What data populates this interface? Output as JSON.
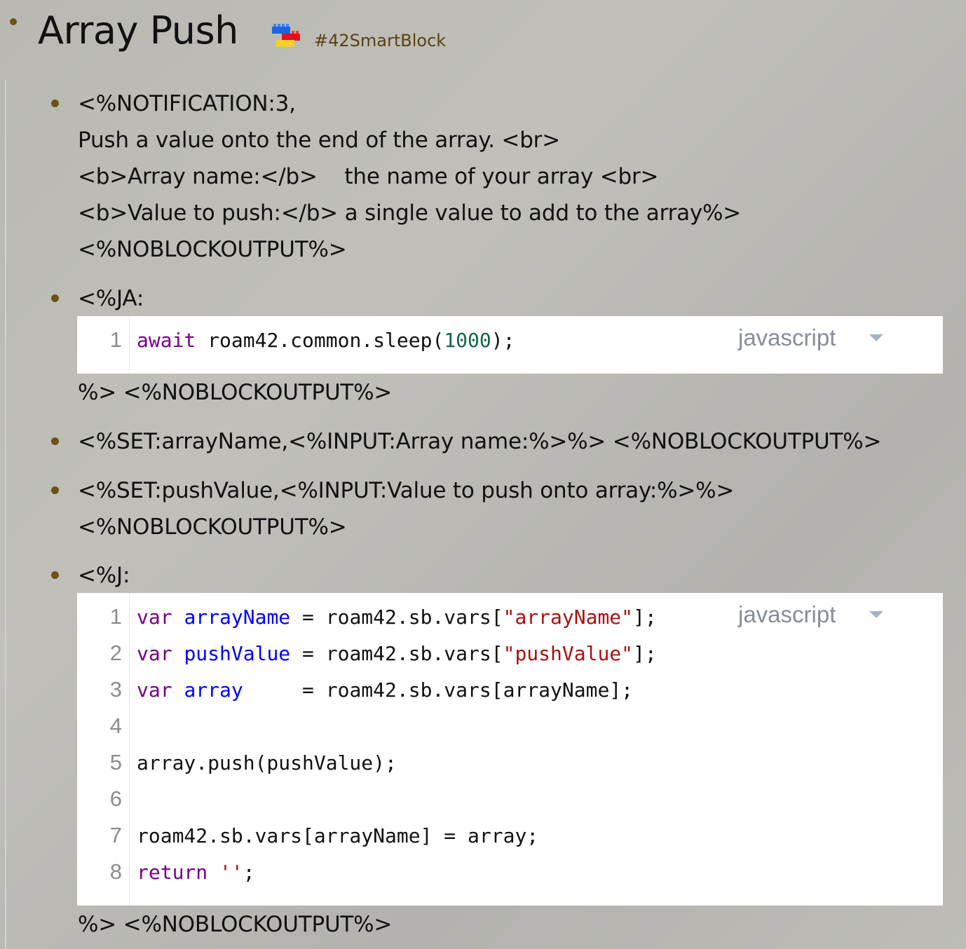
{
  "page": {
    "title": "Array Push",
    "title_icon": "lego-bricks-icon",
    "tag": "#42SmartBlock"
  },
  "blocks": [
    {
      "lines": [
        "<%NOTIFICATION:3,",
        "Push a value onto the end of the array. <br>",
        "<b>Array name:</b>    the name of your array <br>",
        "<b>Value to push:</b> a single value to add to the array%>",
        "<%NOBLOCKOUTPUT%>"
      ]
    },
    {
      "prefix": "<%JA:",
      "code": {
        "language": "javascript",
        "line_numbers": [
          "1"
        ],
        "lines": [
          "await roam42.common.sleep(1000);"
        ]
      },
      "suffix": "%> <%NOBLOCKOUTPUT%>"
    },
    {
      "lines": [
        "<%SET:arrayName,<%INPUT:Array name:%>%> <%NOBLOCKOUTPUT%>"
      ]
    },
    {
      "lines": [
        "<%SET:pushValue,<%INPUT:Value to push onto array:%>%>",
        "<%NOBLOCKOUTPUT%>"
      ]
    },
    {
      "prefix": "<%J:",
      "code": {
        "language": "javascript",
        "line_numbers": [
          "1",
          "2",
          "3",
          "4",
          "5",
          "6",
          "7",
          "8"
        ],
        "lines": [
          "var arrayName = roam42.sb.vars[\"arrayName\"];",
          "var pushValue = roam42.sb.vars[\"pushValue\"];",
          "var array     = roam42.sb.vars[arrayName];",
          "",
          "array.push(pushValue);",
          "",
          "roam42.sb.vars[arrayName] = array;",
          "return '';"
        ]
      },
      "suffix": "%> <%NOBLOCKOUTPUT%>"
    }
  ],
  "tokens": {
    "b1_await": "await",
    "b1_rest": " roam42.common.sleep(",
    "b1_num": "1000",
    "b1_end": ");",
    "b4_l1": {
      "kw": "var",
      "sp": " ",
      "def": "arrayName",
      "mid": " = roam42.sb.vars[",
      "str": "\"arrayName\"",
      "end": "];"
    },
    "b4_l2": {
      "kw": "var",
      "sp": " ",
      "def": "pushValue",
      "mid": " = roam42.sb.vars[",
      "str": "\"pushValue\"",
      "end": "];"
    },
    "b4_l3": {
      "kw": "var",
      "sp": " ",
      "def": "array",
      "mid": "     = roam42.sb.vars[arrayName];"
    },
    "b4_l5": "array.push(pushValue);",
    "b4_l7": "roam42.sb.vars[arrayName] = array;",
    "b4_l8": {
      "kw": "return",
      "sp": " ",
      "str": "''",
      "end": ";"
    }
  },
  "colors": {
    "bullet": "#6b5316",
    "tag": "#5a4312",
    "keyword": "#770088",
    "definition": "#0000ff",
    "string": "#aa1111",
    "number": "#116644"
  }
}
